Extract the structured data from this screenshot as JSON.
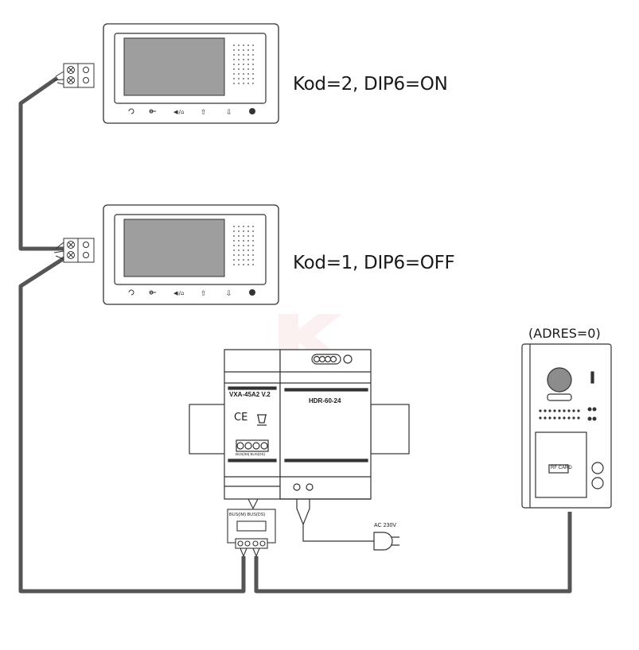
{
  "monitor_top": {
    "label": "Kod=2, DIP6=ON"
  },
  "monitor_bottom": {
    "label": "Kod=1, DIP6=OFF"
  },
  "door_station": {
    "label": "(ADRES=0)",
    "card_text": "RF CARD"
  },
  "bus_module": {
    "model": "VXA-45A2 V.2",
    "ce": "CE",
    "terminal_labels": "BUS(IM)  BUS(DS)"
  },
  "power_supply": {
    "model": "HDR-60-24"
  },
  "junction": {
    "label": "BUS(IM)  BUS(DS)"
  },
  "mains": {
    "label": "AC 230V"
  },
  "colors": {
    "wire": "#555555",
    "outline": "#333333",
    "screen": "#9e9e9e"
  }
}
